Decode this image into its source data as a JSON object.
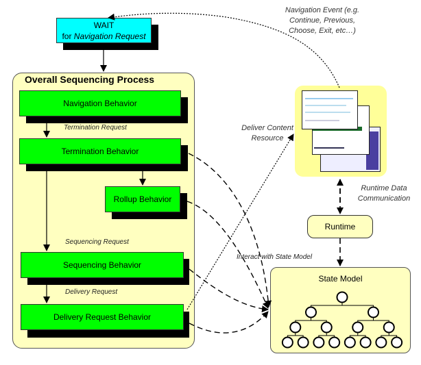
{
  "wait_box": {
    "line1": "WAIT",
    "line2_prefix": "for ",
    "line2_italic": "Navigation Request"
  },
  "navigation_event_label": [
    "Navigation Event (e.g.",
    "Continue, Previous,",
    "Choose, Exit, etc…)"
  ],
  "overall_process": {
    "title": "Overall Sequencing Process",
    "behaviors": {
      "navigation": "Navigation Behavior",
      "termination": "Termination Behavior",
      "rollup": "Rollup Behavior",
      "sequencing": "Sequencing Behavior",
      "delivery": "Delivery Request Behavior"
    },
    "requests": {
      "termination": "Termination Request",
      "sequencing": "Sequencing Request",
      "delivery": "Delivery Request"
    }
  },
  "deliver_content_label": [
    "Deliver Content",
    "Resource"
  ],
  "runtime_data_label": [
    "Runtime Data",
    "Communication"
  ],
  "runtime": "Runtime",
  "interact_label": "Interact with State Model",
  "state_model": {
    "title": "State Model",
    "tree_levels": [
      1,
      2,
      4,
      8
    ]
  },
  "colors": {
    "behavior": "#00ff00",
    "wait": "#00ffff",
    "panel": "#ffffc0"
  }
}
